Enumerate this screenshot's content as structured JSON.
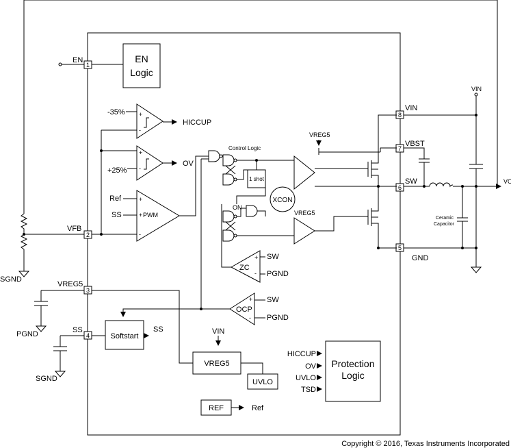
{
  "pins": [
    {
      "num": "1",
      "name": "EN"
    },
    {
      "num": "2",
      "name": "VFB"
    },
    {
      "num": "3",
      "name": "VREG5"
    },
    {
      "num": "4",
      "name": "SS"
    },
    {
      "num": "5",
      "name": "GND"
    },
    {
      "num": "6",
      "name": "SW"
    },
    {
      "num": "7",
      "name": "VBST"
    },
    {
      "num": "8",
      "name": "VIN"
    }
  ],
  "blocks": {
    "en_logic_line1": "EN",
    "en_logic_line2": "Logic",
    "softstart": "Softstart",
    "vreg5": "VREG5",
    "uvlo": "UVLO",
    "ref": "REF",
    "protection_line1": "Protection",
    "protection_line2": "Logic",
    "one_shot": "1 shot",
    "xcon": "XCON",
    "zc": "ZC",
    "ocp": "OCP",
    "pwm": "PWM",
    "control_logic": "Control Logic",
    "on": "ON"
  },
  "labels": {
    "minus35": "-35%",
    "plus25": "+25%",
    "hiccup": "HICCUP",
    "ov": "OV",
    "ref": "Ref",
    "ss": "SS",
    "plus": "+",
    "minus": "-",
    "sw": "SW",
    "pgnd": "PGND",
    "sgnd": "SGND",
    "vreg5": "VREG5",
    "vin": "VIN",
    "vo": "VO",
    "ss_out": "SS",
    "ref_out": "Ref",
    "ceramic_line1": "Ceramic",
    "ceramic_line2": "Capacitor",
    "prot_inputs": [
      "HICCUP",
      "OV",
      "UVLO",
      "TSD"
    ]
  },
  "copyright": "Copyright © 2016, Texas Instruments Incorporated"
}
